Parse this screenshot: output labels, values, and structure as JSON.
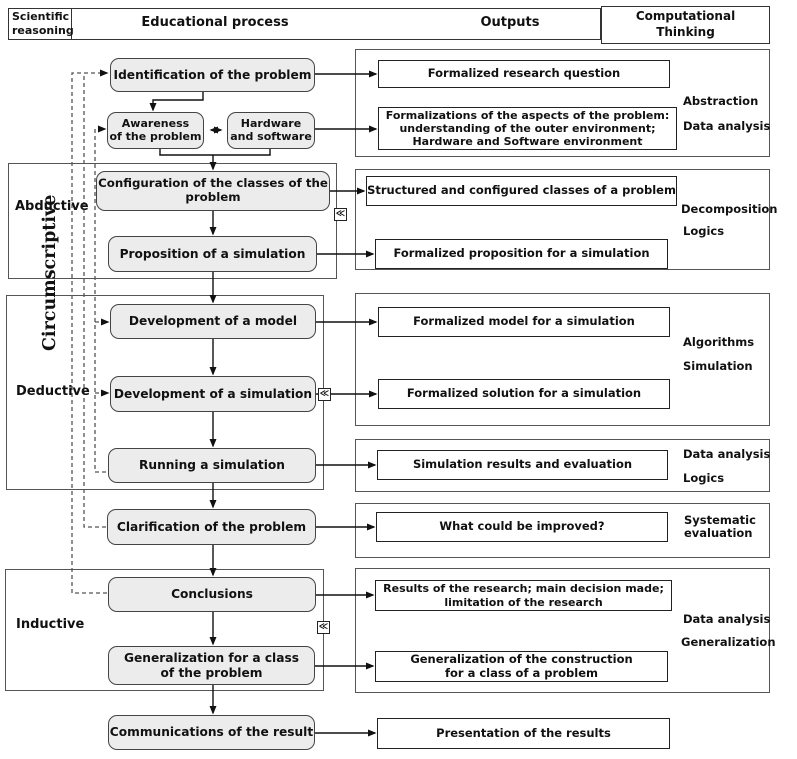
{
  "header": {
    "scientific_reasoning": "Scientific\nreasoning",
    "educational_process": "Educational process",
    "outputs": "Outputs",
    "computational_thinking": "Computational\nThinking"
  },
  "reasoning": {
    "circumscriptive": "Circumscriptive",
    "abductive": "Abductive",
    "deductive": "Deductive",
    "inductive": "Inductive"
  },
  "process": {
    "identification": "Identification of the problem",
    "awareness": "Awareness\nof the problem",
    "hardware": "Hardware\nand software",
    "configuration": "Configuration of the classes of the\nproblem",
    "proposition": "Proposition of a simulation",
    "development_model": "Development of a model",
    "development_simulation": "Development of a simulation",
    "running_simulation": "Running a simulation",
    "clarification": "Clarification of the problem",
    "conclusions": "Conclusions",
    "generalization": "Generalization for a class\nof the problem",
    "communications": "Communications of the result"
  },
  "outputs_col": {
    "research_question": "Formalized research question",
    "formalizations": "Formalizations of the aspects of the problem:\nunderstanding of the outer environment;\nHardware and Software environment",
    "structured_classes": "Structured and configured classes of a problem",
    "proposition": "Formalized proposition for a simulation",
    "model": "Formalized model for a simulation",
    "solution": "Formalized solution for a simulation",
    "results": "Simulation results and evaluation",
    "improved": "What could be improved?",
    "research_results": "Results of the research; main decision made;\nlimitation of the research",
    "generalization": "Generalization of  the  construction\nfor a class of a problem",
    "presentation": "Presentation of the results"
  },
  "ct": {
    "abstraction": "Abstraction",
    "data_analysis_1": "Data analysis",
    "decomposition": "Decomposition",
    "logics_1": "Logics",
    "algorithms": "Algorithms",
    "simulation": "Simulation",
    "data_analysis_2": "Data analysis",
    "logics_2": "Logics",
    "systematic_evaluation": "Systematic\nevaluation",
    "data_analysis_3": "Data analysis",
    "generalization": "Generalization"
  },
  "symbols": {
    "feedback": "≪"
  },
  "colors": {
    "box_fill": "#ececec",
    "box_border": "#444444",
    "group_border": "#555555",
    "line": "#111111",
    "dashed_line": "#555555"
  }
}
